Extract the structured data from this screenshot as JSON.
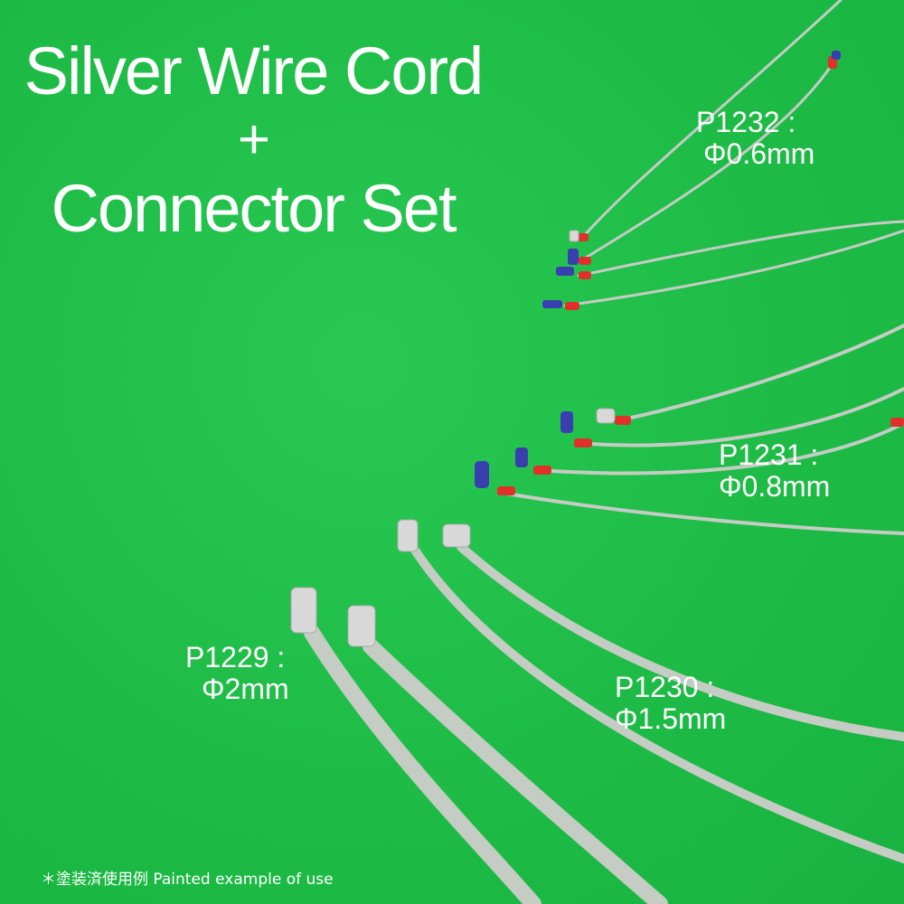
{
  "title": {
    "line1": "Silver Wire Cord",
    "line2": "+",
    "line3": "Connector Set"
  },
  "products": [
    {
      "code": "P1232 :",
      "diameter": "Φ0.6mm"
    },
    {
      "code": "P1231 :",
      "diameter": "Φ0.8mm"
    },
    {
      "code": "P1230 :",
      "diameter": "Φ1.5mm"
    },
    {
      "code": "P1229 :",
      "diameter": "Φ2mm"
    }
  ],
  "footnote": "＊塗装済使用例  Painted example of use",
  "colors": {
    "background": "#1fbf48",
    "wire": "#c9cfc9",
    "sleeve_red": "#e0302a",
    "connector_blue": "#3a3fb0",
    "connector_silver": "#d8d8d8"
  }
}
